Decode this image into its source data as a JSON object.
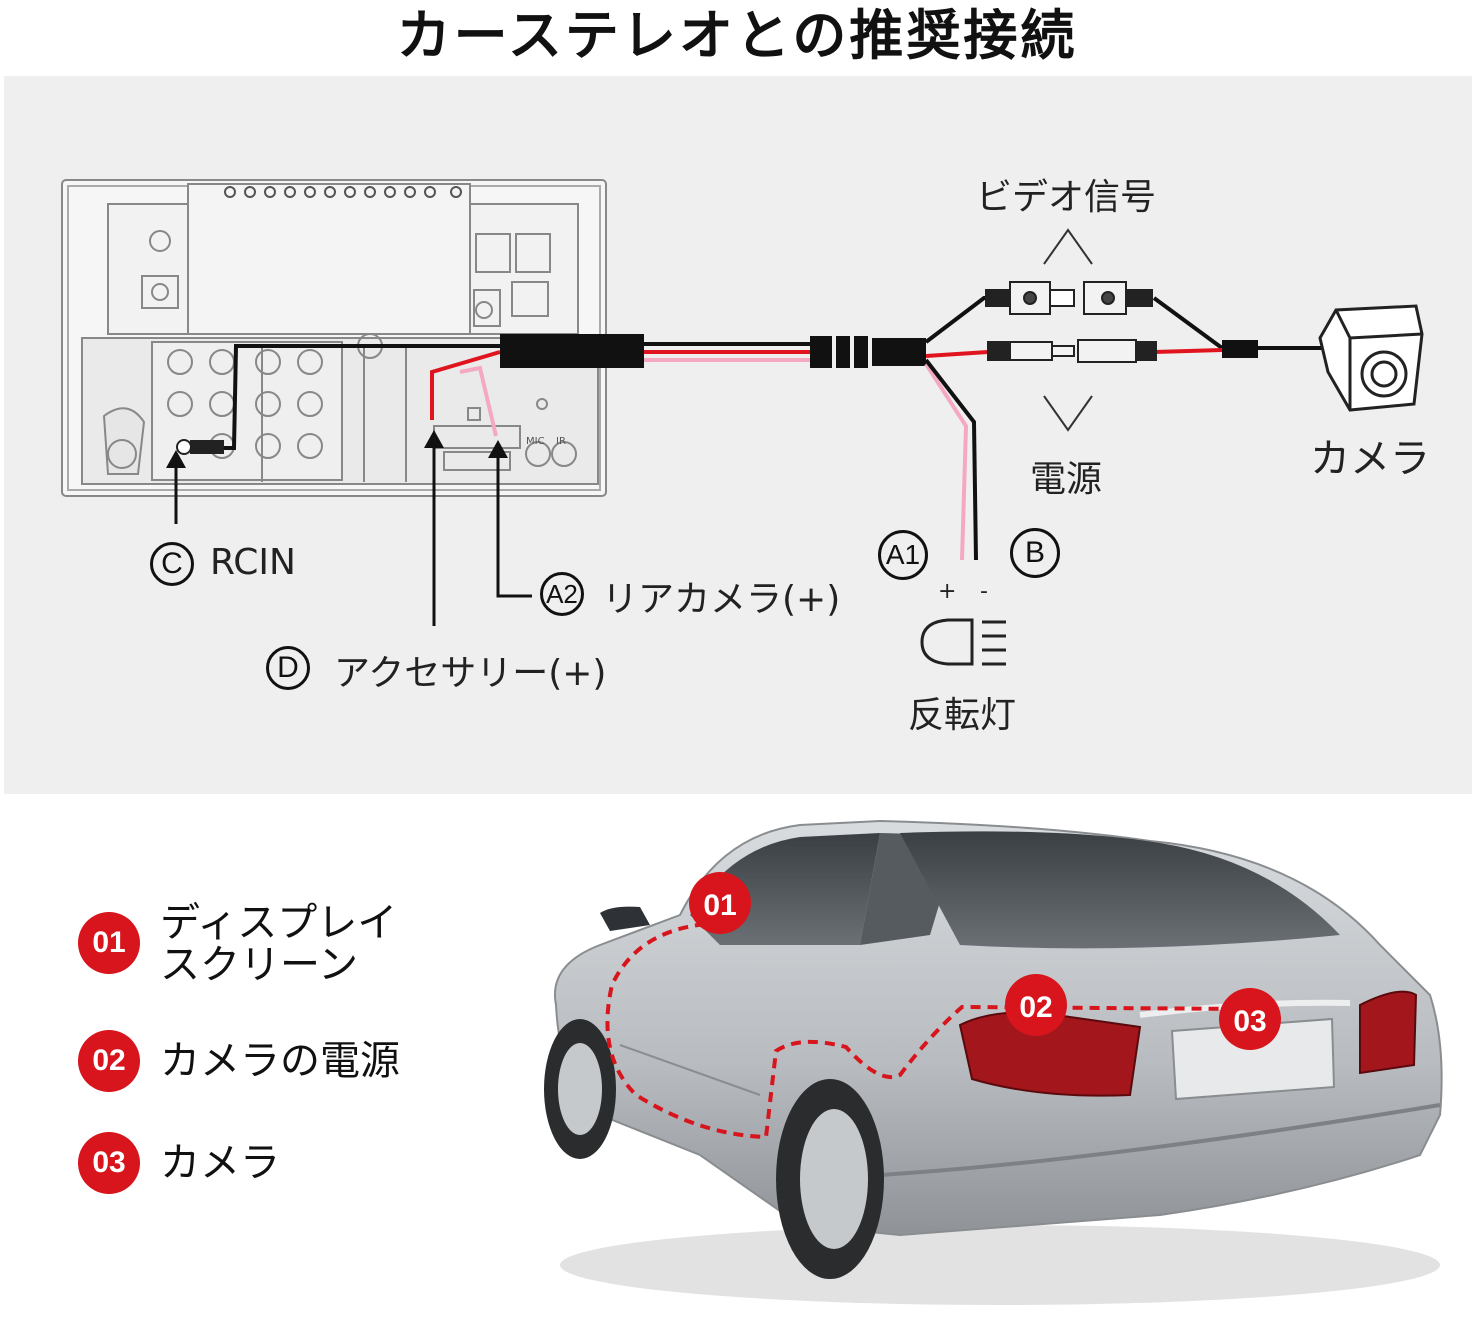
{
  "title": "カーステレオとの推奨接続",
  "diagram": {
    "video_signal_label": "ビデオ信号",
    "power_label": "電源",
    "camera_label": "カメラ",
    "reverse_light_label": "反転灯",
    "plus_sign": "+",
    "minus_sign": "-",
    "connector_mic": "MIC",
    "connector_ir": "IR",
    "markers": {
      "c": {
        "letter": "C",
        "text": "RCIN"
      },
      "a2": {
        "letter": "A2",
        "text": "リアカメラ(+)"
      },
      "d": {
        "letter": "D",
        "text": "アクセサリー(+)"
      },
      "a1": {
        "letter": "A1"
      },
      "b": {
        "letter": "B"
      }
    }
  },
  "legend": [
    {
      "number": "01",
      "label_line1": "ディスプレイ",
      "label_line2": "スクリーン"
    },
    {
      "number": "02",
      "label_line1": "カメラの電源",
      "label_line2": ""
    },
    {
      "number": "03",
      "label_line1": "カメラ",
      "label_line2": ""
    }
  ],
  "car_badges": [
    "01",
    "02",
    "03"
  ],
  "colors": {
    "accent_red": "#d8141c",
    "panel_bg": "#efefef",
    "wire_pink": "#f4a9c0",
    "wire_red": "#e0141e"
  }
}
